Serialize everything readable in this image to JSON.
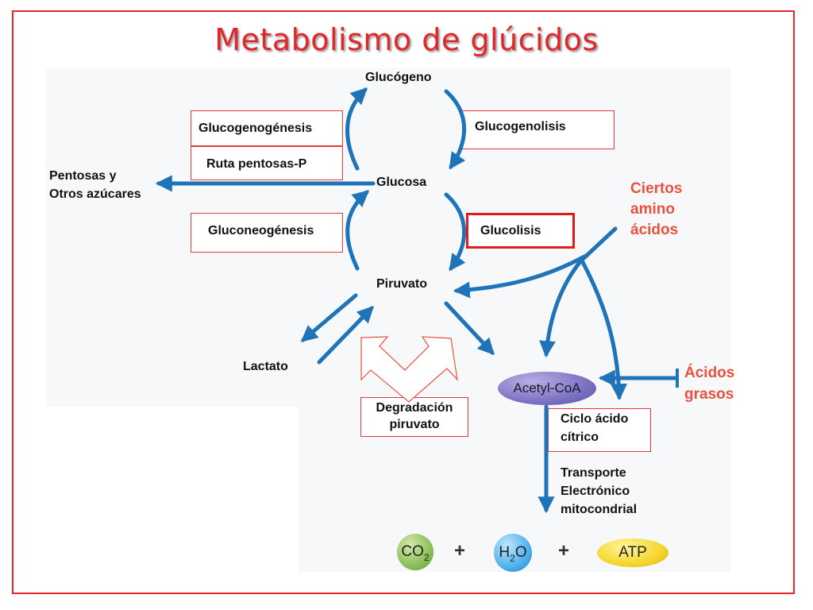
{
  "slide": {
    "title": "Metabolismo de glúcidos"
  },
  "colors": {
    "title": "#e2262a",
    "frame": "#e8262c",
    "arrow_blue": "#1f73b8",
    "box_border": "#e63a3a",
    "red_label": "#e8513e",
    "hollow_arrow": "#e8513e"
  },
  "nodes": {
    "glucogeno": "Glucógeno",
    "glucosa": "Glucosa",
    "piruvato": "Piruvato",
    "pentosas_line1": "Pentosas y",
    "pentosas_line2": "Otros azúcares",
    "lactato": "Lactato",
    "acetyl_coa": "Acetyl-CoA",
    "transporte_line1": "Transporte",
    "transporte_line2": "Electrónico",
    "transporte_line3": "mitocondrial"
  },
  "boxes": {
    "glucogenogenesis": "Glucogenogénesis",
    "ruta_pentosas": "Ruta pentosas-P",
    "glucogenolisis": "Glucogenolisis",
    "gluconeogenesis": "Gluconeogénesis",
    "glucolisis": "Glucolisis",
    "degradacion_line1": "Degradación",
    "degradacion_line2": "piruvato",
    "ciclo_line1": "Ciclo ácido",
    "ciclo_line2": "cítrico"
  },
  "red_labels": {
    "ciertos_line1": "Ciertos",
    "ciertos_line2": "amino",
    "ciertos_line3": "ácidos",
    "acidos_line1": "Ácidos",
    "acidos_line2": "grasos"
  },
  "products": {
    "co2_main": "CO",
    "co2_sub": "2",
    "plus1": "+",
    "h2o_h": "H",
    "h2o_sub": "2",
    "h2o_o": "O",
    "plus2": "+",
    "atp": "ATP"
  }
}
